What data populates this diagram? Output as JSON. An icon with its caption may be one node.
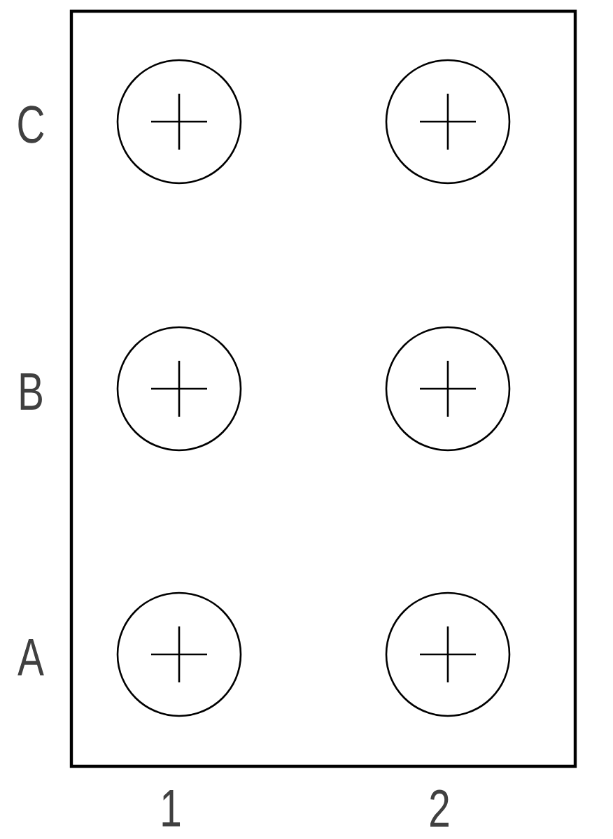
{
  "diagram": {
    "labels": [
      "C",
      "B",
      "A",
      "1",
      "2"
    ]
  }
}
